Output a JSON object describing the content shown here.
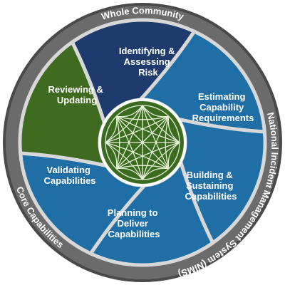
{
  "ring_labels": {
    "top": "Whole Community",
    "right": "National Incident Management System (NIMS)",
    "left": "Core Capabilities"
  },
  "segments": [
    {
      "lines": [
        "Identifying &",
        "Assessing",
        "Risk"
      ]
    },
    {
      "lines": [
        "Estimating",
        "Capability",
        "Requirements"
      ]
    },
    {
      "lines": [
        "Building &",
        "Sustaining",
        "Capabilities"
      ]
    },
    {
      "lines": [
        "Planning to",
        "Deliver",
        "Capabilities"
      ]
    },
    {
      "lines": [
        "Validating",
        "Capabilities"
      ]
    },
    {
      "lines": [
        "Reviewing &",
        "Updating"
      ]
    }
  ],
  "colors": {
    "ring": "#6b6b6b",
    "ring_edge": "#4a4a4a",
    "divider": "#d8d8d8",
    "navy": "#1f3b6e",
    "blue": "#1f6ea6",
    "green": "#3e6b1f",
    "hub": "#3a6b1f",
    "hub_lines": "#e6f0d8"
  }
}
